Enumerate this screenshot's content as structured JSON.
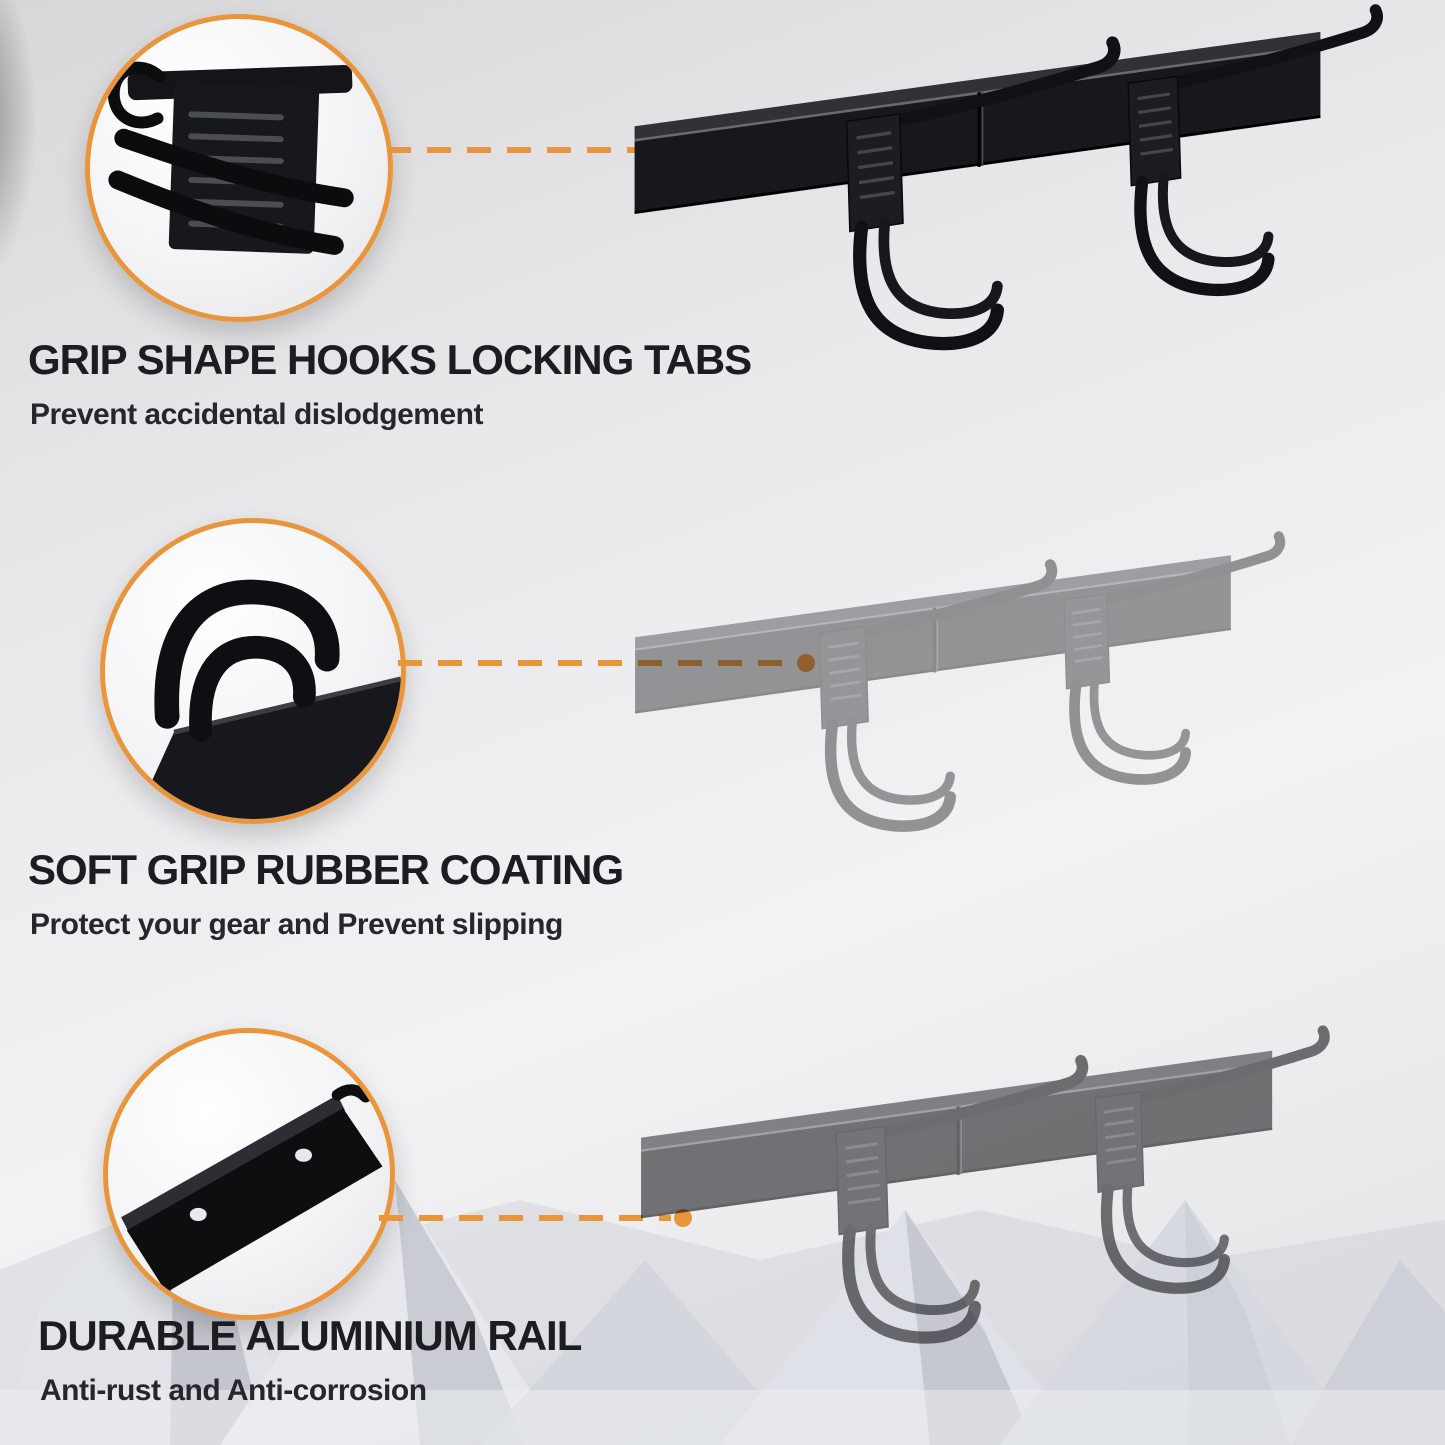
{
  "accent_color": "#E8953B",
  "background_color": "#ECECEE",
  "scene": {
    "background_art": "snow-mountains",
    "product": "wall-mounted-rail-with-double-hooks"
  },
  "sections": [
    {
      "title": "GRIP SHAPE HOOKS LOCKING TABS",
      "subtitle": "Prevent accidental dislodgement",
      "callout_icon": "locking-tab-closeup-icon",
      "product_style": "solid"
    },
    {
      "title": "SOFT GRIP RUBBER COATING",
      "subtitle": "Protect your gear and Prevent slipping",
      "callout_icon": "rubber-coated-hook-closeup-icon",
      "product_style": "faded"
    },
    {
      "title": "DURABLE ALUMINIUM RAIL",
      "subtitle": "Anti-rust and Anti-corrosion",
      "callout_icon": "aluminium-rail-closeup-icon",
      "product_style": "faded"
    }
  ]
}
